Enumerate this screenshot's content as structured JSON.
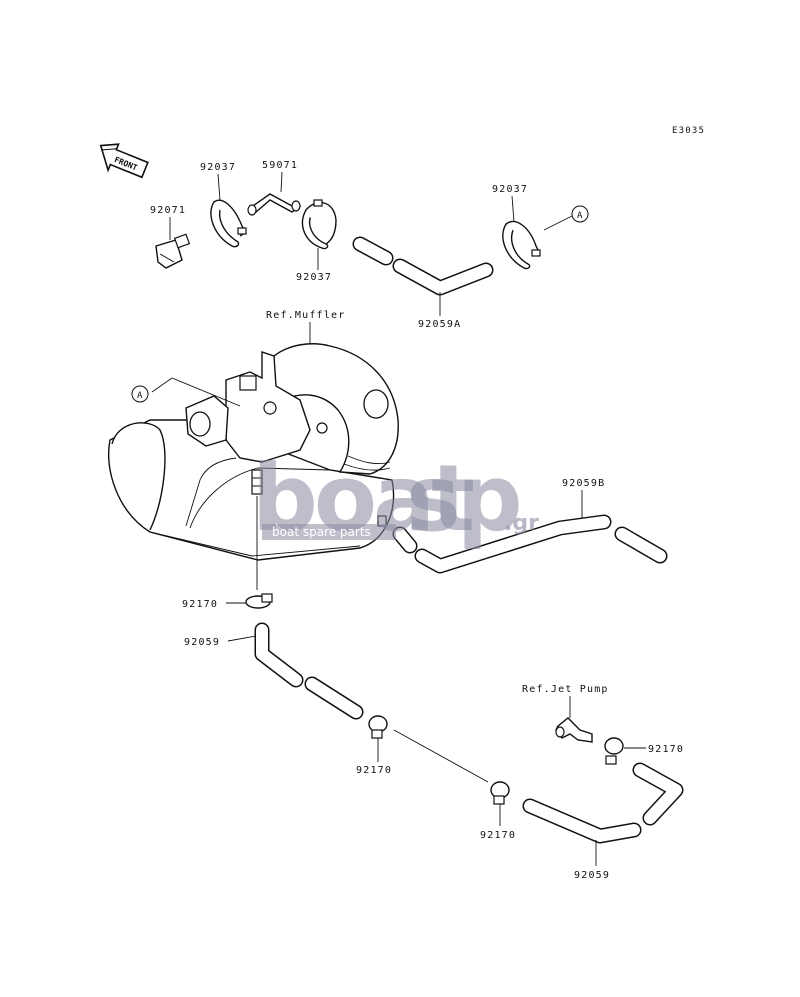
{
  "diagram_code": "E3035",
  "front_label": "FRONT",
  "parts": {
    "clamp_top_left": "92037",
    "fitting_59071": "59071",
    "cap_92071": "92071",
    "clamp_top_mid": "92037",
    "clamp_top_right": "92037",
    "hose_92059a": "92059A",
    "hose_92059b": "92059B",
    "clamp_left": "92170",
    "hose_left": "92059",
    "clamp_mid": "92170",
    "clamp_lower": "92170",
    "clamp_right": "92170",
    "hose_right": "92059"
  },
  "refs": {
    "muffler": "Ref.Muffler",
    "jet_pump": "Ref.Jet Pump"
  },
  "markers": {
    "a_top": "A",
    "a_muffler": "A"
  },
  "watermark": {
    "brand_part1": "boat",
    "brand_part2": "sp",
    "domain": ".gr",
    "tagline": "boat spare parts"
  }
}
